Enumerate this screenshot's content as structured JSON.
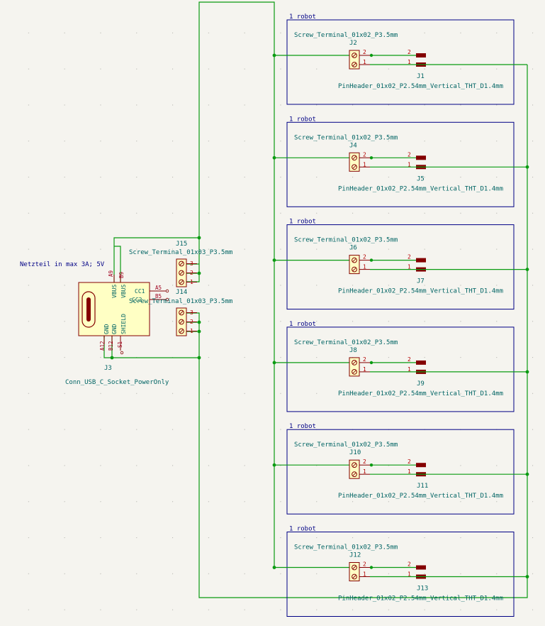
{
  "colors": {
    "background": "#f5f4ef",
    "wire": "#0b9b12",
    "sheet_border": "#000085",
    "reference": "#006464",
    "pin": "#840000",
    "body_fill": "#ffffc4",
    "pin_label": "#a0001e",
    "pin_number": "#b40000"
  },
  "power_note": "Netzteil in max 3A; 5V",
  "usb_connector": {
    "ref": "J3",
    "value": "Conn_USB_C_Socket_PowerOnly",
    "pin_names": [
      "VBUS",
      "VBUS",
      "CC1",
      "CC2",
      "GND",
      "GND",
      "SHIELD"
    ],
    "pin_numbers": [
      "A9",
      "B9",
      "A5",
      "B5",
      "A12",
      "B12",
      "S1"
    ]
  },
  "distribution_terminals": [
    {
      "ref": "J15",
      "value": "Screw_Terminal_01x03_P3.5mm",
      "pins": [
        "3",
        "2",
        "1"
      ]
    },
    {
      "ref": "J14",
      "value": "Screw_Terminal_01x03_P3.5mm",
      "pins": [
        "3",
        "2",
        "1"
      ]
    }
  ],
  "robot_sheets": [
    {
      "title": "1 robot",
      "terminal_value": "Screw_Terminal_01x02_P3.5mm",
      "terminal_ref": "J2",
      "header_ref": "J1",
      "header_value": "PinHeader_01x02_P2.54mm_Vertical_THT_D1.4mm",
      "pins": [
        "2",
        "1"
      ]
    },
    {
      "title": "1 robot",
      "terminal_value": "Screw_Terminal_01x02_P3.5mm",
      "terminal_ref": "J4",
      "header_ref": "J5",
      "header_value": "PinHeader_01x02_P2.54mm_Vertical_THT_D1.4mm",
      "pins": [
        "2",
        "1"
      ]
    },
    {
      "title": "1 robot",
      "terminal_value": "Screw_Terminal_01x02_P3.5mm",
      "terminal_ref": "J6",
      "header_ref": "J7",
      "header_value": "PinHeader_01x02_P2.54mm_Vertical_THT_D1.4mm",
      "pins": [
        "2",
        "1"
      ]
    },
    {
      "title": "1 robot",
      "terminal_value": "Screw_Terminal_01x02_P3.5mm",
      "terminal_ref": "J8",
      "header_ref": "J9",
      "header_value": "PinHeader_01x02_P2.54mm_Vertical_THT_D1.4mm",
      "pins": [
        "2",
        "1"
      ]
    },
    {
      "title": "1 robot",
      "terminal_value": "Screw_Terminal_01x02_P3.5mm",
      "terminal_ref": "J10",
      "header_ref": "J11",
      "header_value": "PinHeader_01x02_P2.54mm_Vertical_THT_D1.4mm",
      "pins": [
        "2",
        "1"
      ]
    },
    {
      "title": "1 robot",
      "terminal_value": "Screw_Terminal_01x02_P3.5mm",
      "terminal_ref": "J12",
      "header_ref": "J13",
      "header_value": "PinHeader_01x02_P2.54mm_Vertical_THT_D1.4mm",
      "pins": [
        "2",
        "1"
      ]
    }
  ]
}
